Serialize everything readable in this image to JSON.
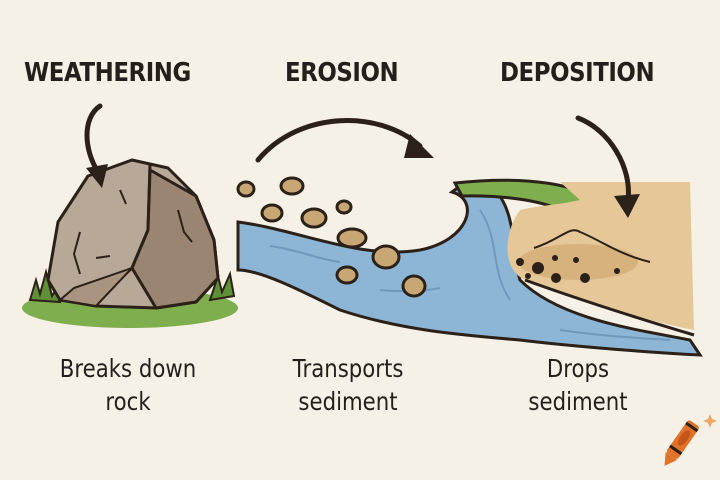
{
  "stages": [
    {
      "id": "weathering",
      "title": "WEATHERING",
      "caption_line1": "Breaks down",
      "caption_line2": "rock"
    },
    {
      "id": "erosion",
      "title": "EROSION",
      "caption_line1": "Transports",
      "caption_line2": "sediment"
    },
    {
      "id": "deposition",
      "title": "DEPOSITION",
      "caption_line1": "Drops",
      "caption_line2": "sediment"
    }
  ],
  "colors": {
    "background": "#f6f1e7",
    "text": "#231f1b",
    "rock_light": "#b8a898",
    "rock_dark": "#9a8572",
    "grass": "#7fae4e",
    "water": "#8db6d6",
    "sand": "#e6c898",
    "pebble": "#c9a775",
    "crayon": "#e0722a"
  },
  "icons": [
    "rock-icon",
    "grass-icon",
    "river-icon",
    "pebble-icon",
    "arrow-icon",
    "sand-delta-icon",
    "crayon-icon"
  ]
}
